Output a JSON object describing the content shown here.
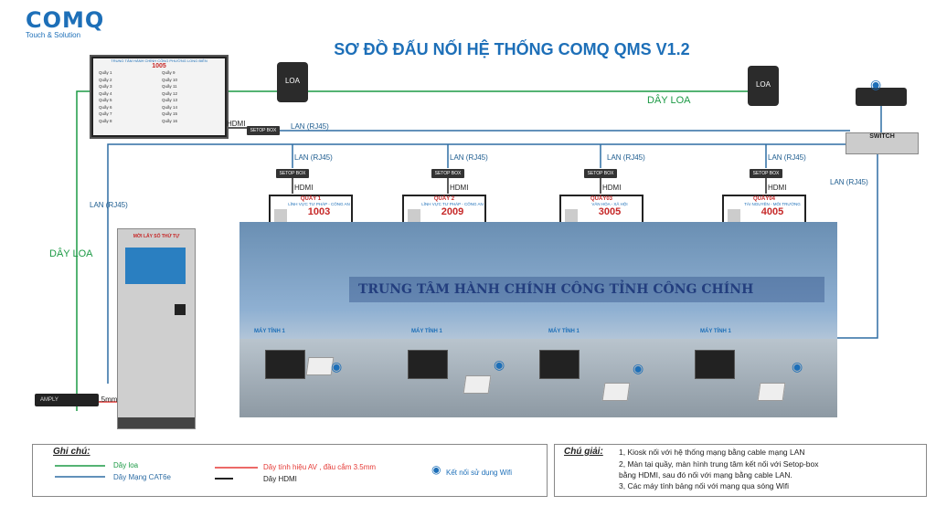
{
  "logo": {
    "brand": "COMQ",
    "tagline": "Touch & Solution"
  },
  "title": "SƠ ĐỒ ĐẤU NỐI HỆ THỐNG COMQ QMS V1.2",
  "main_display": {
    "header": "TRUNG TÂM HÀNH CHÍNH CÔNG PHƯỜNG LONG BIÊN",
    "current_number": "1005",
    "rows_left": [
      "Quầy 1",
      "Quầy 2",
      "Quầy 3",
      "Quầy 4",
      "Quầy 5",
      "Quầy 6",
      "Quầy 7",
      "Quầy 8"
    ],
    "rows_right": [
      "Quầy 9",
      "Quầy 10",
      "Quầy 11",
      "Quầy 12",
      "Quầy 13",
      "Quầy 14",
      "Quầy 15",
      "Quầy 16"
    ]
  },
  "labels": {
    "hdmi": "HDMI",
    "setop_box": "SETOP BOX",
    "lan": "LAN (RJ45)",
    "loa": "LOA",
    "day_loa": "DÂY LOA",
    "switch": "SWITCH",
    "amply": "AMPLY",
    "jack": "3.5mm",
    "may_tinh": "MÁY TÍNH 1",
    "kiosk_header": "MỜI LẤY SỐ THỨ TỰ",
    "banner": "TRUNG TÂM HÀNH CHÍNH CÔNG TỈNH CÔNG CHÍNH"
  },
  "counters": [
    {
      "name": "QUẦY 1",
      "sub": "LĨNH VỰC TƯ PHÁP - CÔNG AN",
      "number": "1003"
    },
    {
      "name": "QUẦY 2",
      "sub": "LĨNH VỰC TƯ PHÁP - CÔNG AN",
      "number": "2009"
    },
    {
      "name": "QUẦY03",
      "sub": "VĂN HÓA - XÃ HỘI",
      "number": "3005"
    },
    {
      "name": "QUẦY04",
      "sub": "TÀI NGUYÊN - MÔI TRƯỜNG",
      "number": "4005"
    }
  ],
  "legend": {
    "title": "Ghi chú:",
    "items": {
      "speaker_wire": "Dây loa",
      "cat6e": "Dây Mạng CAT6e",
      "av_signal": "Dây tính hiệu AV , đầu cắm 3.5mm",
      "hdmi_wire": "Dây HDMI",
      "wifi": "Kết nối sử dụng Wifi"
    }
  },
  "notes": {
    "title": "Chú giải:",
    "lines": [
      "1, Kiosk nối với hệ thống mạng bằng cable mạng LAN",
      "2, Màn tại quầy, màn hình trung tâm kết nối với Setop-box",
      "bằng HDMI, sau đó nối với mạng bằng cable LAN.",
      "3, Các máy tính bảng nối với mạng qua sóng Wifi"
    ]
  },
  "colors": {
    "blue": "#1d6fb8",
    "green": "#1c9a45",
    "red": "#e53935",
    "cable": "#2e6da4"
  }
}
